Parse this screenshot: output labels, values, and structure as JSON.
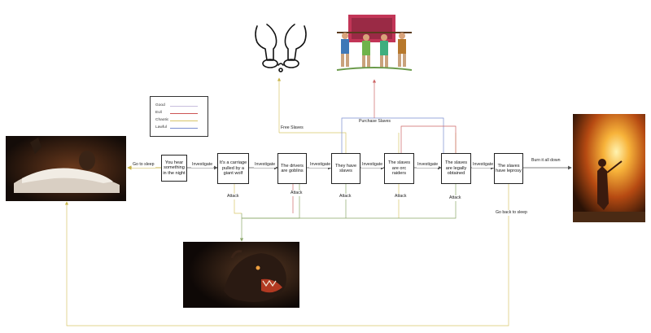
{
  "legend": {
    "items": [
      {
        "label": "Good",
        "color": "#c7bddd"
      },
      {
        "label": "Evil",
        "color": "#cc5555"
      },
      {
        "label": "Chaotic",
        "color": "#d8c66a"
      },
      {
        "label": "Lawful",
        "color": "#7b8ed0"
      }
    ]
  },
  "nodes": [
    {
      "id": "n1",
      "text": "You hear something in the night"
    },
    {
      "id": "n2",
      "text": "It's a carriage pulled by a giant wolf"
    },
    {
      "id": "n3",
      "text": "The drivers are goblins"
    },
    {
      "id": "n4",
      "text": "They have slaves"
    },
    {
      "id": "n5",
      "text": "The slaves are orc raiders"
    },
    {
      "id": "n6",
      "text": "The slaves are legally obtained"
    },
    {
      "id": "n7",
      "text": "The slaves have leprosy"
    }
  ],
  "edges": {
    "go_to_sleep": "Go to sleep",
    "investigate": "Investigate",
    "attack": "Attack",
    "free_slaves": "Free Slaves",
    "purchase_slaves": "Purchase Slaves",
    "burn_it_all_down": "Burn it all down",
    "go_back_to_sleep": "Go back to sleep"
  },
  "images": {
    "nightmare": "nightmare-painting",
    "broken_chains": "broken-chains",
    "slave_carriers": "slave-carriers",
    "burning_figure": "burning-figure",
    "giant_wolf": "giant-wolf"
  }
}
